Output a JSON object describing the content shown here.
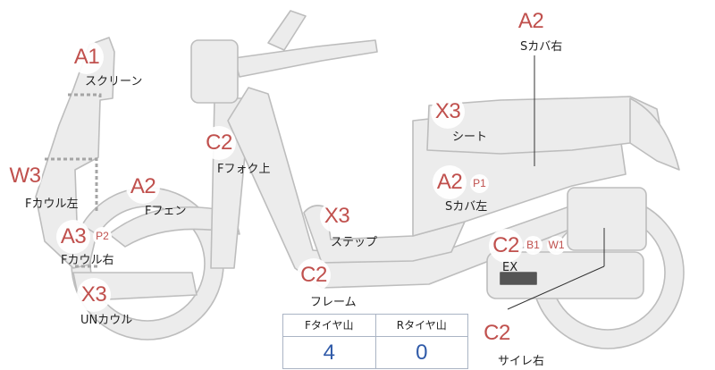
{
  "parts": [
    {
      "id": "screen",
      "code": "A1",
      "label": "スクリーン"
    },
    {
      "id": "seat",
      "code": "X3",
      "label": "シート"
    },
    {
      "id": "s-cover-right",
      "code": "A2",
      "label": "Sカバ右"
    },
    {
      "id": "f-fork-top",
      "code": "C2",
      "label": "Fフォク上"
    },
    {
      "id": "f-cowl-left",
      "code": "W3",
      "label": "Fカウル左"
    },
    {
      "id": "f-fender",
      "code": "A2",
      "label": "Fフェン"
    },
    {
      "id": "s-cover-left",
      "code": "A2",
      "sub": [
        "P1"
      ],
      "label": "Sカバ左"
    },
    {
      "id": "f-cowl-right",
      "code": "A3",
      "sub": [
        "P2"
      ],
      "label": "Fカウル右"
    },
    {
      "id": "step",
      "code": "X3",
      "label": "ステップ"
    },
    {
      "id": "exhaust",
      "code": "C2",
      "sub": [
        "B1",
        "W1"
      ],
      "label": "EX"
    },
    {
      "id": "frame",
      "code": "C2",
      "label": "フレーム"
    },
    {
      "id": "under-cowl",
      "code": "X3",
      "label": "UNカウル"
    },
    {
      "id": "muffler-right",
      "code": "C2",
      "label": "サイレ右"
    }
  ],
  "tread": {
    "headers": [
      "Fタイヤ山",
      "Rタイヤ山"
    ],
    "values": [
      4,
      0
    ]
  },
  "colors": {
    "code": "#c0504d",
    "value": "#2f5aa8",
    "body_fill": "#ececec",
    "body_stroke": "#bdbdbd"
  }
}
